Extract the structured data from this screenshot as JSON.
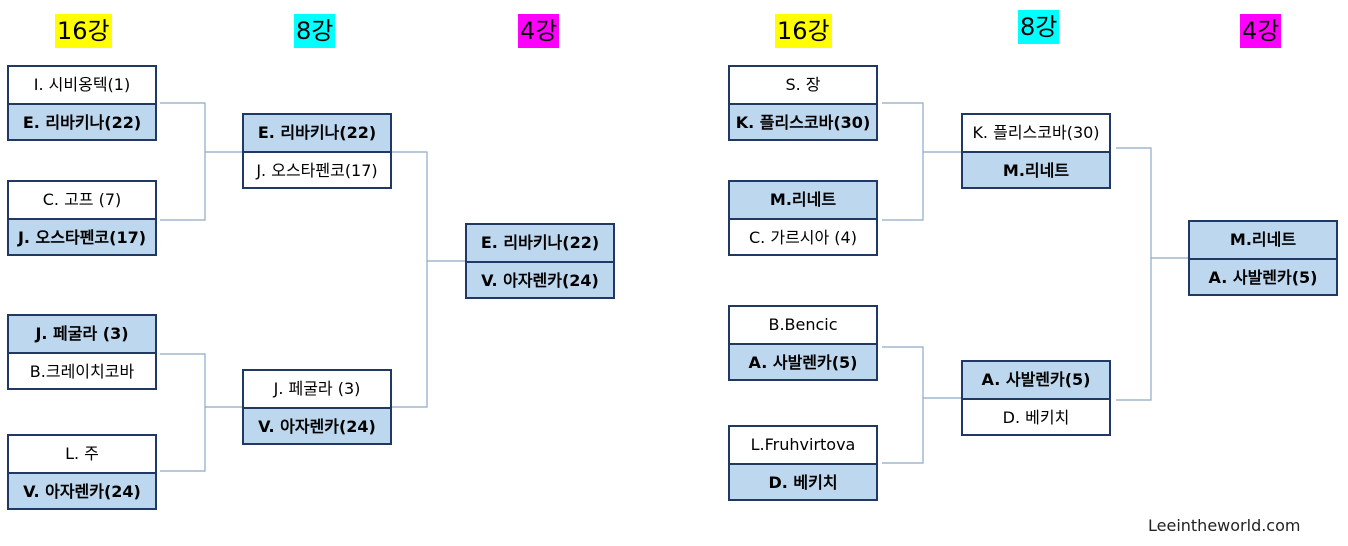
{
  "headers": {
    "left": [
      "16강",
      "8강",
      "4강"
    ],
    "right": [
      "16강",
      "8강",
      "4강"
    ]
  },
  "left": {
    "r16": [
      {
        "top": "I. 시비옹텍(1)",
        "bottom": "E. 리바키나(22)",
        "winner": "bottom"
      },
      {
        "top": "C. 고프 (7)",
        "bottom": "J. 오스타펜코(17)",
        "winner": "bottom"
      },
      {
        "top": "J. 페굴라 (3)",
        "bottom": "B.크레이치코바",
        "winner": "top"
      },
      {
        "top": "L. 주",
        "bottom": "V. 아자렌카(24)",
        "winner": "bottom"
      }
    ],
    "qf": [
      {
        "top": "E. 리바키나(22)",
        "bottom": "J. 오스타펜코(17)",
        "winner": "top"
      },
      {
        "top": "J. 페굴라 (3)",
        "bottom": "V. 아자렌카(24)",
        "winner": "bottom"
      }
    ],
    "sf": {
      "top": "E. 리바키나(22)",
      "bottom": "V. 아자렌카(24)",
      "winner": "both"
    }
  },
  "right": {
    "r16": [
      {
        "top": "S. 장",
        "bottom": "K. 플리스코바(30)",
        "winner": "bottom"
      },
      {
        "top": "M.리네트",
        "bottom": "C. 가르시아 (4)",
        "winner": "top"
      },
      {
        "top": "B.Bencic",
        "bottom": "A. 사발렌카(5)",
        "winner": "bottom"
      },
      {
        "top": "L.Fruhvirtova",
        "bottom": "D. 베키치",
        "winner": "bottom"
      }
    ],
    "qf": [
      {
        "top": "K. 플리스코바(30)",
        "bottom": "M.리네트",
        "winner": "bottom"
      },
      {
        "top": "A. 사발렌카(5)",
        "bottom": "D. 베키치",
        "winner": "top"
      }
    ],
    "sf": {
      "top": "M.리네트",
      "bottom": "A. 사발렌카(5)",
      "winner": "both"
    }
  },
  "colors": {
    "box_border": "#1f3864",
    "winner_fill": "#bdd7ee",
    "connector": "#8ea9c8",
    "r16_header": "#ffff00",
    "qf_header": "#00ffff",
    "sf_header": "#ff00ff"
  },
  "credit": "Leeintheworld.com"
}
